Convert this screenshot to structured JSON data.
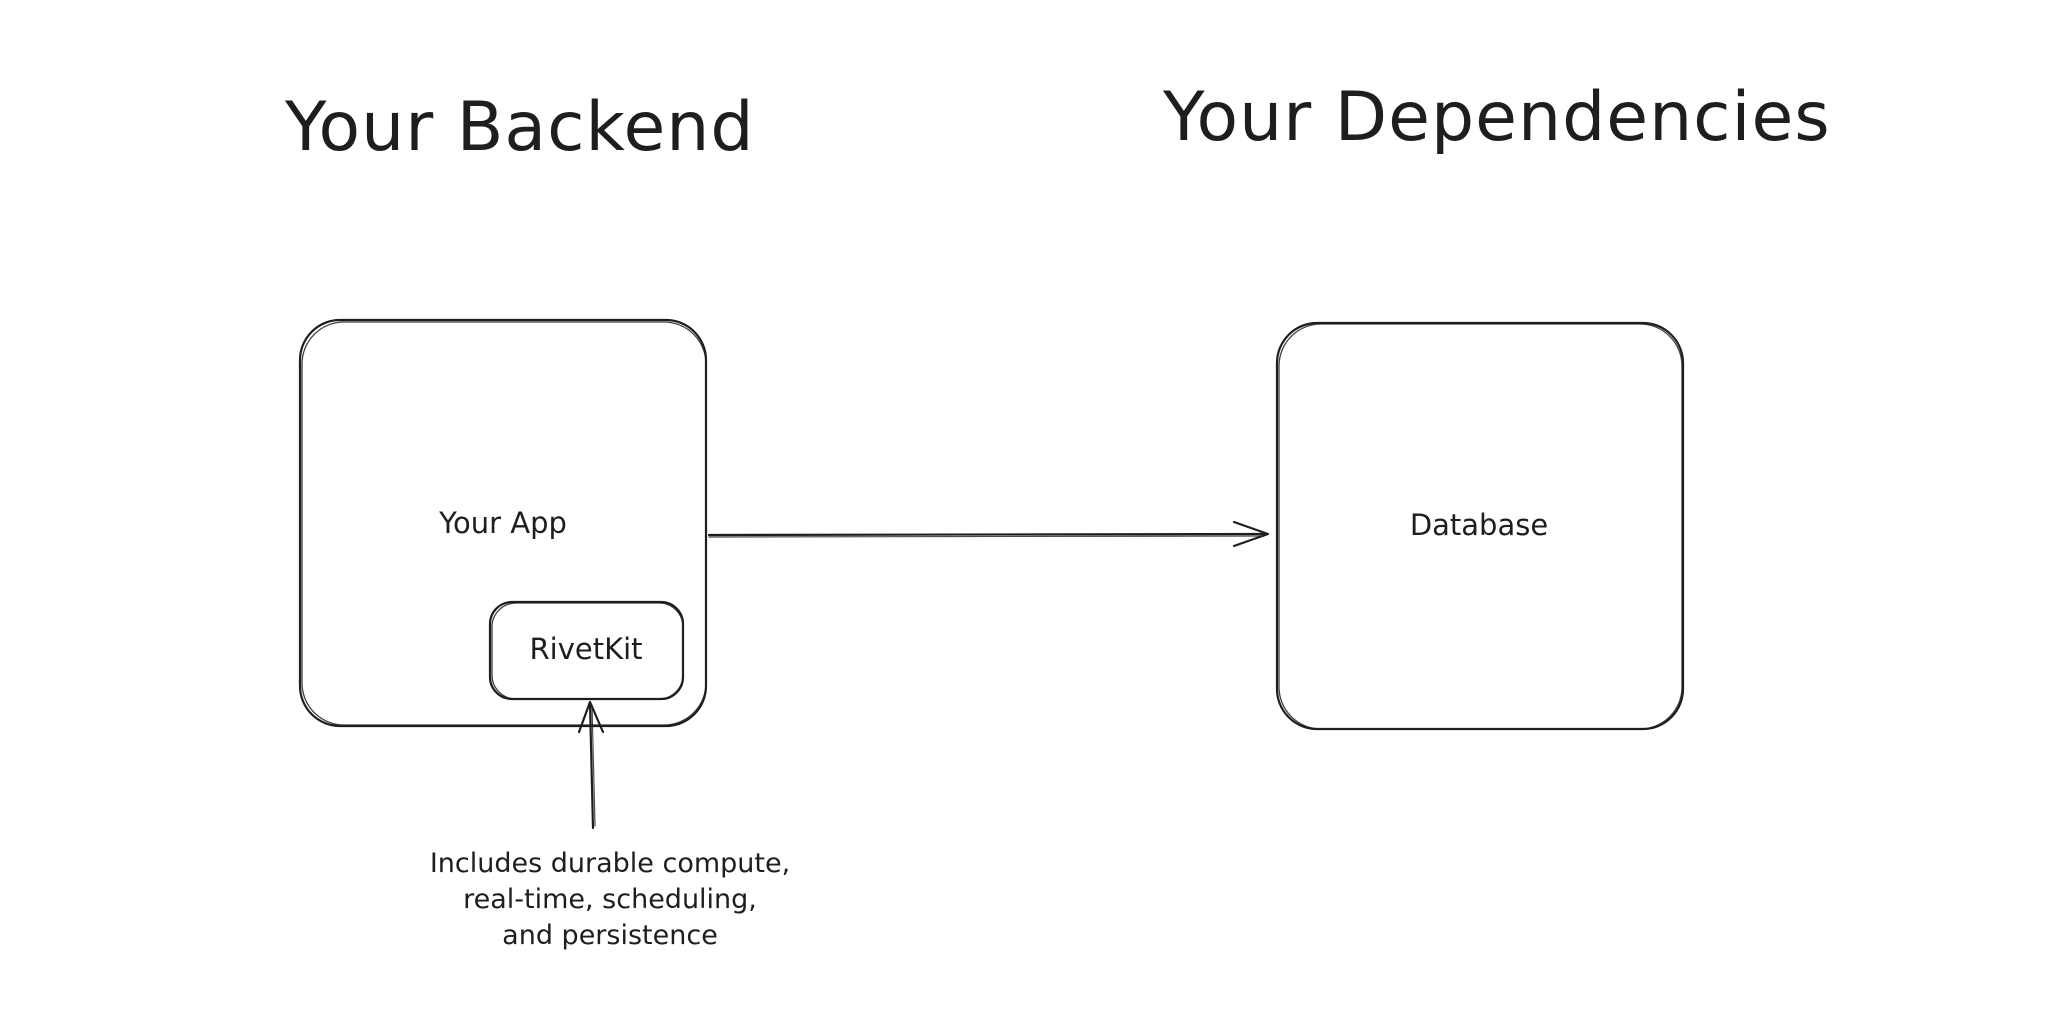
{
  "headings": {
    "backend": "Your Backend",
    "dependencies": "Your Dependencies"
  },
  "nodes": {
    "app": "Your App",
    "rivetkit": "RivetKit",
    "database": "Database"
  },
  "note": {
    "lines": [
      "Includes durable compute,",
      "real-time, scheduling,",
      "and persistence"
    ]
  },
  "colors": {
    "ink": "#1e1e1e",
    "background": "#ffffff"
  }
}
